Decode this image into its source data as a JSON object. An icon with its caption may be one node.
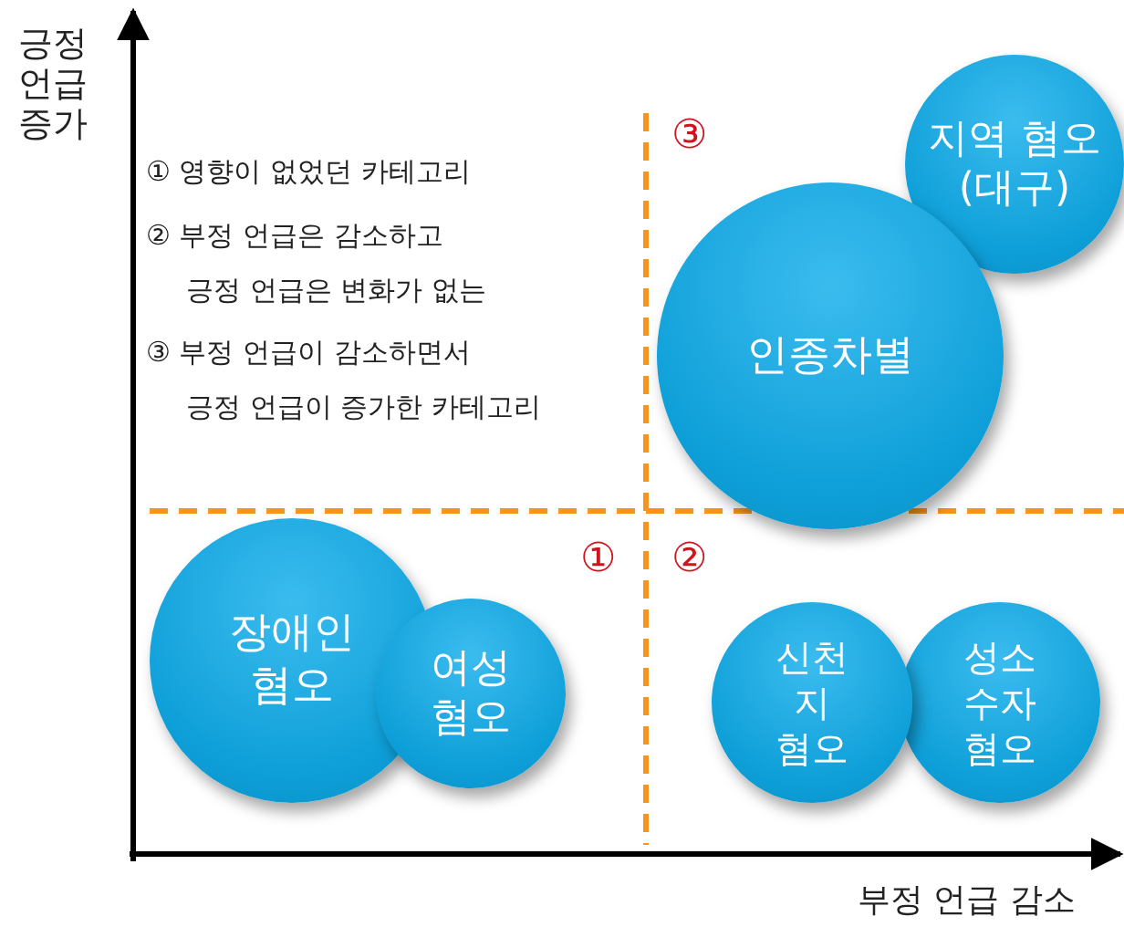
{
  "diagram": {
    "nodes": [
      {
        "text": [
          "지역 혐오 (대구)"
        ]
      },
      {
        "text": [
          "인종차별"
        ]
      },
      {
        "text": [
          "장애인 혐오"
        ]
      },
      {
        "text": [
          "여성 혐오"
        ]
      },
      {
        "text": [
          "신천 지 혐오"
        ]
      },
      {
        "text": [
          "성소 수자 혐오"
        ]
      }
    ],
    "labels": [
      "긍정 언급 증가",
      "③",
      "① 영향이 없었던 카테고리",
      "② 부정 언급은 감소하고 긍정 언급은 변화가 없는",
      "③ 부정 언급이 감소하면서 긍정 언급이 증가한 카테고리",
      "①",
      "②",
      "부정 언급 감소"
    ]
  }
}
